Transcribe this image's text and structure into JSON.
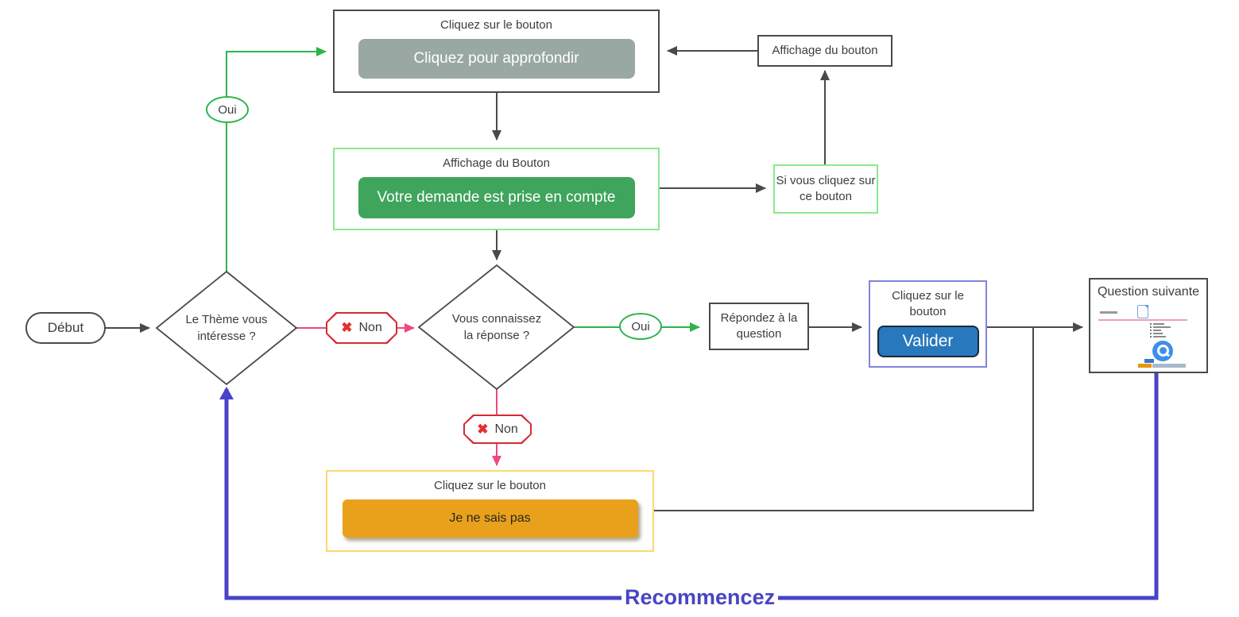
{
  "diagram": {
    "colors": {
      "green_accent": "#2db44a",
      "green_button": "#3fa45c",
      "green_border_light": "#8ce98c",
      "gray_button": "#9aa8a4",
      "red_badge_border": "#d42b35",
      "red_x": "#e23030",
      "pink_line": "#ef4a7c",
      "blue_button": "#2878bd",
      "blue_box_border": "#8084d8",
      "orange_button": "#e9a11b",
      "orange_border_light": "#ffd76e",
      "blue_loop": "#4843c8",
      "dark_line": "#4a4a4a"
    },
    "icons": {
      "x_glyph": "✖"
    },
    "nodes": {
      "top_box": {
        "title": "Cliquez sur le bouton",
        "button": "Cliquez pour approfondir"
      },
      "affichage_bouton": {
        "label": "Affichage du bouton"
      },
      "green_box": {
        "title": "Affichage du Bouton",
        "button": "Votre demande est prise en compte"
      },
      "si_vous": {
        "label": "Si vous cliquez sur ce bouton"
      },
      "debut": {
        "label": "Début"
      },
      "diamond_theme": {
        "label": "Le Thème vous intéresse ?"
      },
      "diamond_reponse": {
        "label": "Vous connaissez la réponse ?"
      },
      "oui_1": {
        "label": "Oui"
      },
      "oui_2": {
        "label": "Oui"
      },
      "non_1": {
        "label": "Non"
      },
      "non_2": {
        "label": "Non"
      },
      "repondez": {
        "label": "Répondez à la question"
      },
      "valider_box": {
        "title": "Cliquez sur le bouton",
        "button": "Valider"
      },
      "question": {
        "title": "Question suivante"
      },
      "orange_box": {
        "title": "Cliquez sur le bouton",
        "button": "Je ne sais pas"
      },
      "recommencez": {
        "label": "Recommencez"
      }
    }
  }
}
